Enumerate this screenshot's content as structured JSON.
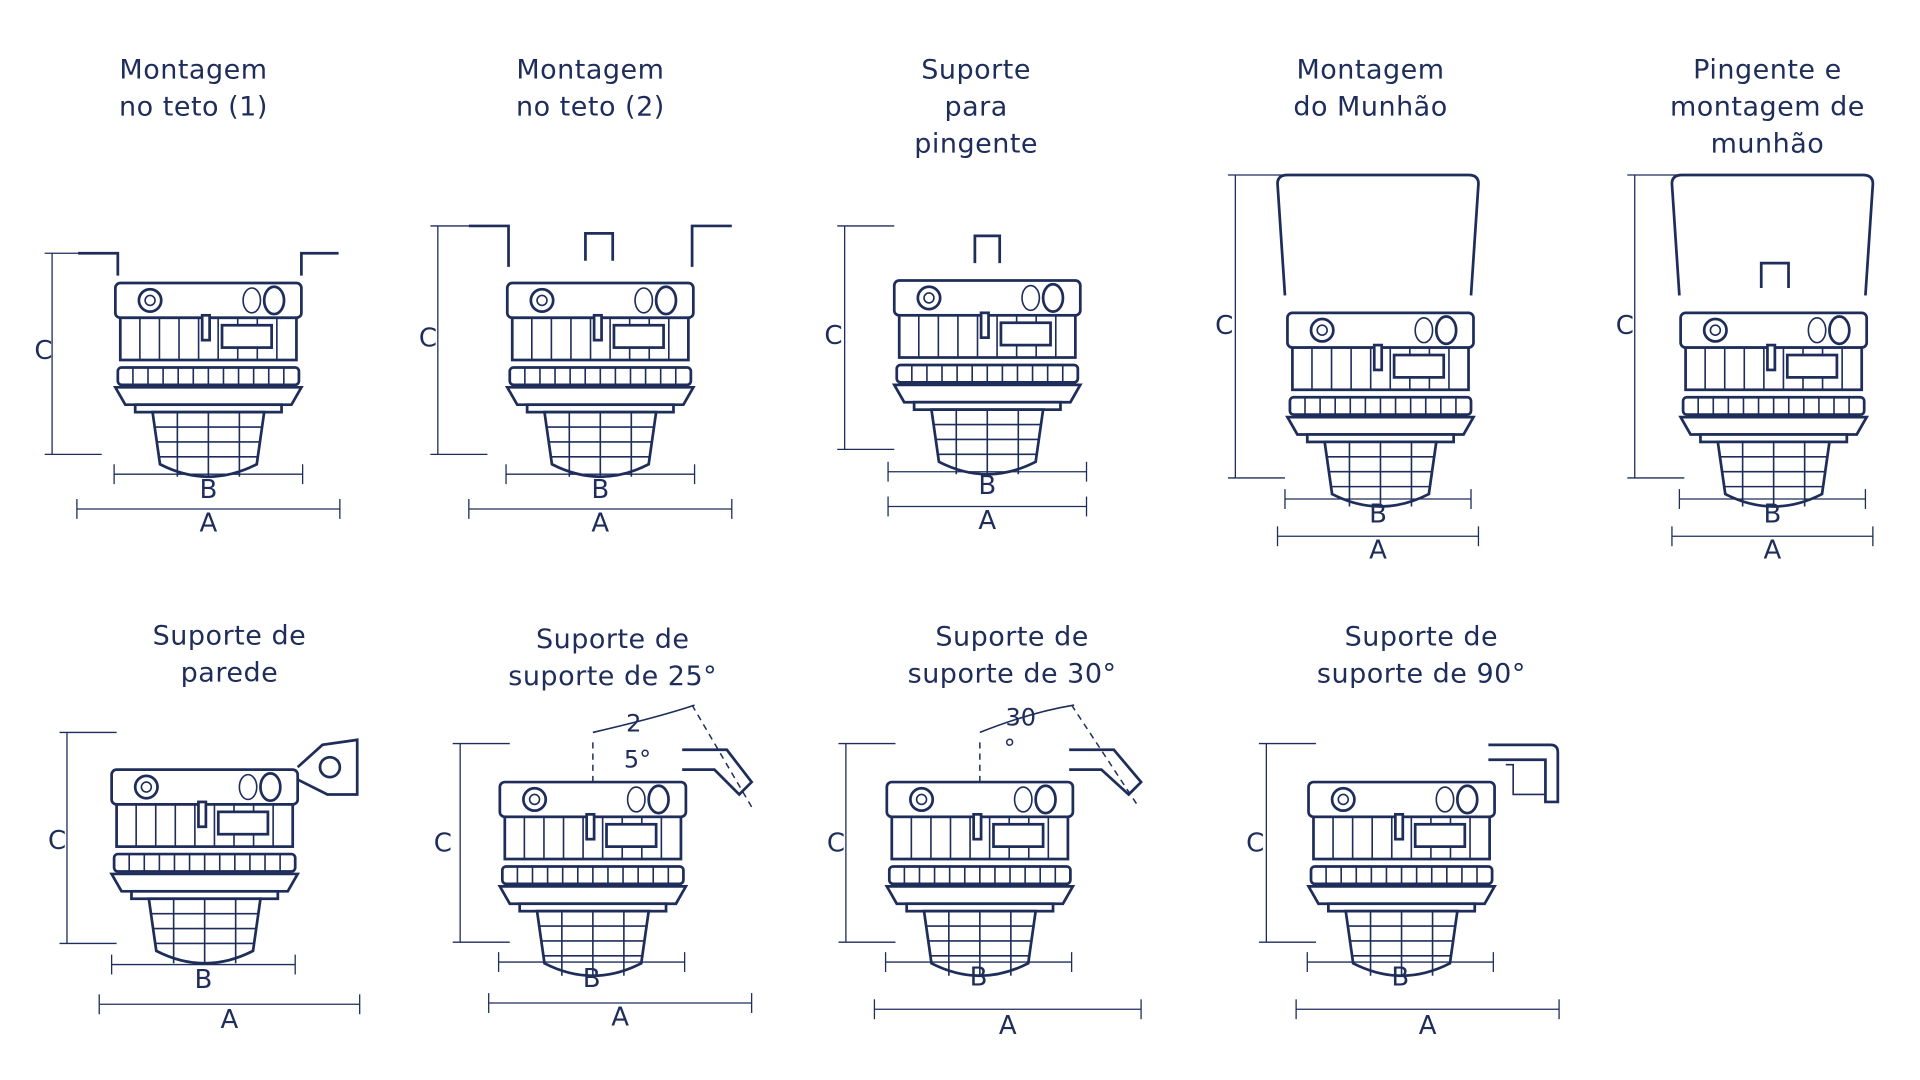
{
  "colors": {
    "ink": "#1e2d5a",
    "background": "#ffffff"
  },
  "diagrams": [
    {
      "id": "ceiling-mount-1",
      "title_lines": [
        "Montagem",
        "no teto (1)"
      ],
      "mount": "ceiling1",
      "dims": {
        "a": "A",
        "b": "B",
        "c": "C"
      }
    },
    {
      "id": "ceiling-mount-2",
      "title_lines": [
        "Montagem",
        "no teto (2)"
      ],
      "mount": "ceiling2",
      "dims": {
        "a": "A",
        "b": "B",
        "c": "C"
      }
    },
    {
      "id": "pendant-support",
      "title_lines": [
        "Suporte",
        "para",
        "pingente"
      ],
      "mount": "pendant",
      "dims": {
        "a": "A",
        "b": "B",
        "c": "C"
      }
    },
    {
      "id": "trunnion-mount",
      "title_lines": [
        "Montagem",
        "do Munhão"
      ],
      "mount": "trunnion",
      "dims": {
        "a": "A",
        "b": "B",
        "c": "C"
      }
    },
    {
      "id": "pendant-trunnion-mount",
      "title_lines": [
        "Pingente e",
        "montagem de",
        "munhão"
      ],
      "mount": "pendant-trunnion",
      "dims": {
        "a": "A",
        "b": "B",
        "c": "C"
      }
    },
    {
      "id": "wall-support",
      "title_lines": [
        "Suporte de",
        "parede"
      ],
      "mount": "wall",
      "dims": {
        "a": "A",
        "b": "B",
        "c": "C"
      }
    },
    {
      "id": "bracket-25",
      "title_lines": [
        "Suporte de",
        "suporte de 25°"
      ],
      "mount": "bracket25",
      "angle_label_top": "2",
      "angle_label_bottom": "5°",
      "dims": {
        "a": "A",
        "b": "B",
        "c": "C"
      }
    },
    {
      "id": "bracket-30",
      "title_lines": [
        "Suporte de",
        "suporte de 30°"
      ],
      "mount": "bracket30",
      "angle_label_top": "30",
      "angle_label_bottom": "°",
      "dims": {
        "a": "A",
        "b": "B",
        "c": "C"
      }
    },
    {
      "id": "bracket-90",
      "title_lines": [
        "Suporte de",
        "suporte de 90°"
      ],
      "mount": "bracket90",
      "dims": {
        "a": "A",
        "b": "B",
        "c": "C"
      }
    }
  ]
}
